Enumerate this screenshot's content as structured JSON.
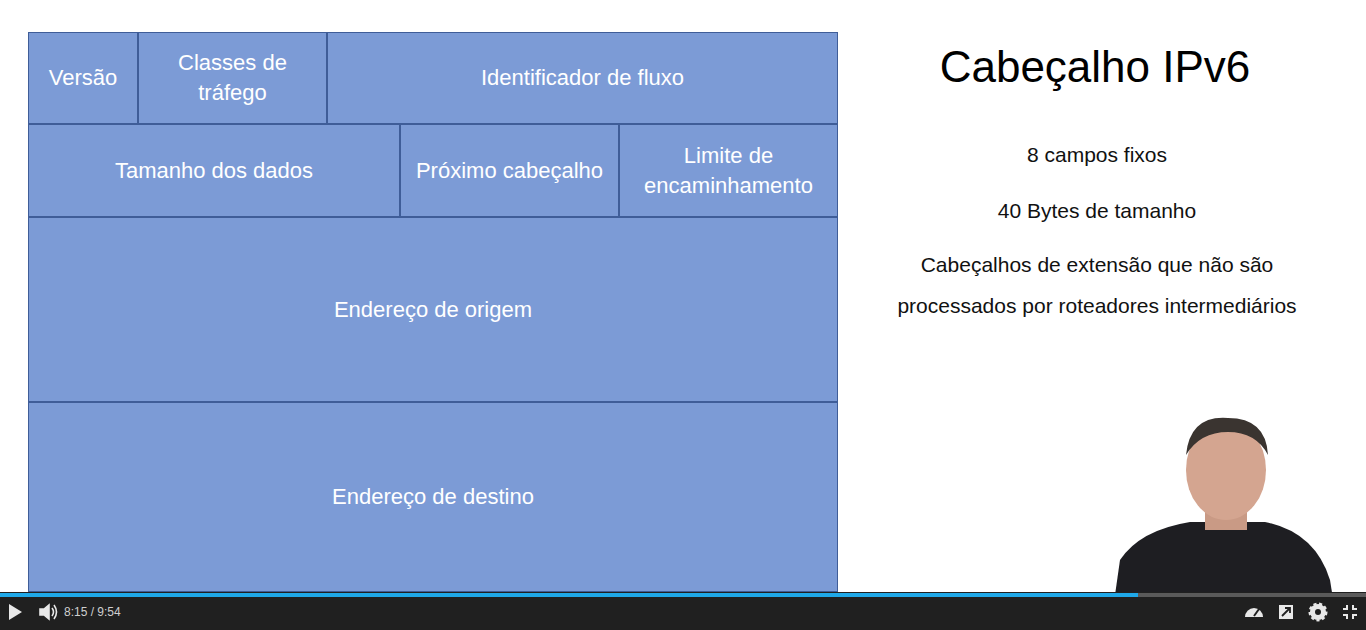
{
  "diagram": {
    "title": "Cabeçalho IPv6",
    "nodes": [
      {
        "text": [
          "Versão"
        ]
      },
      {
        "text": [
          "Classes de tráfego"
        ]
      },
      {
        "text": [
          "Identificador de fluxo"
        ]
      },
      {
        "text": [
          "Tamanho dos dados"
        ]
      },
      {
        "text": [
          "Próximo cabeçalho"
        ]
      },
      {
        "text": [
          "Limite de encaminhamento"
        ]
      },
      {
        "text": [
          "Endereço de origem"
        ]
      },
      {
        "text": [
          "Endereço de destino"
        ]
      }
    ],
    "labels": [
      "8 campos fixos",
      "40 Bytes de tamanho",
      "Cabeçalhos de extensão que não são processados por roteadores intermediários",
      "8:15 / 9:54"
    ]
  }
}
